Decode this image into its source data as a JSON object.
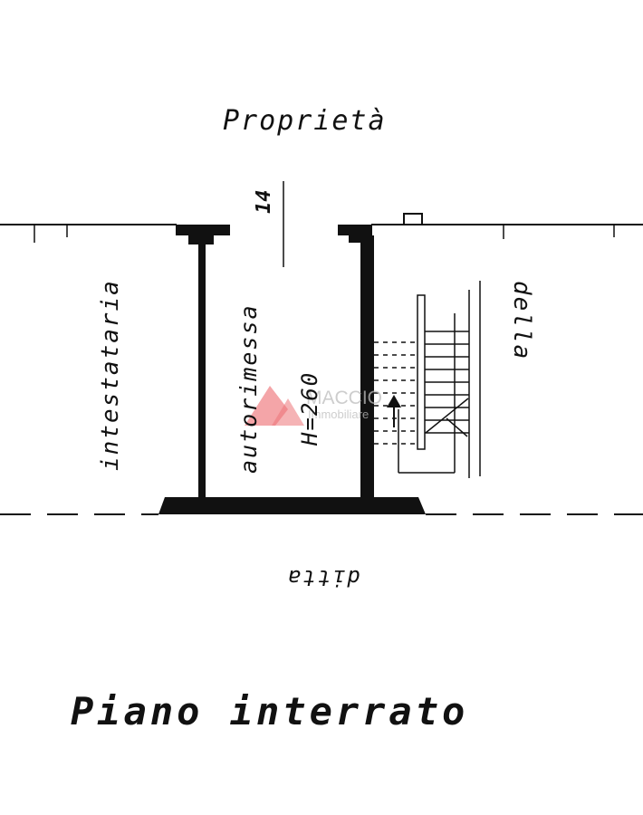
{
  "labels": {
    "top": "Proprietà",
    "left": "intestataria",
    "right": "della",
    "bottom": "ditta",
    "room": "autorimessa",
    "height": "H=260",
    "number": "14",
    "title": "Piano interrato"
  },
  "watermark": {
    "brand": "MACCIO",
    "sub": "Immobiliare",
    "color": "#e8474c"
  }
}
